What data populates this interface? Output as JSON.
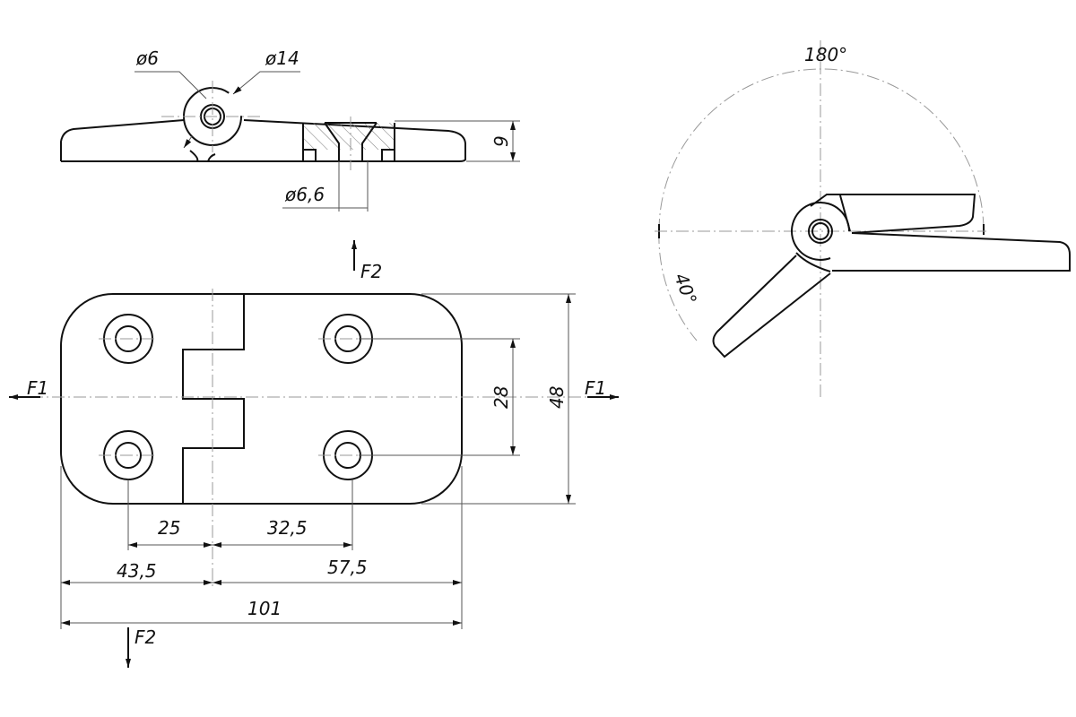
{
  "title_view": {
    "d_pin": "ø6",
    "d_knuckle": "ø14",
    "d_hole": "ø6,6",
    "thickness": "9"
  },
  "plan_view": {
    "dim_hole_spacing_v": "28",
    "dim_width": "48",
    "dim_left_hole": "25",
    "dim_hole_to_right": "32,5",
    "dim_left_leaf": "43,5",
    "dim_right_leaf": "57,5",
    "dim_length": "101",
    "force_f1": "F1",
    "force_f2": "F2"
  },
  "side_view": {
    "angle_open": "180°",
    "angle_extra": "40°"
  },
  "colors": {
    "line": "#111111",
    "centerline": "#999999"
  }
}
